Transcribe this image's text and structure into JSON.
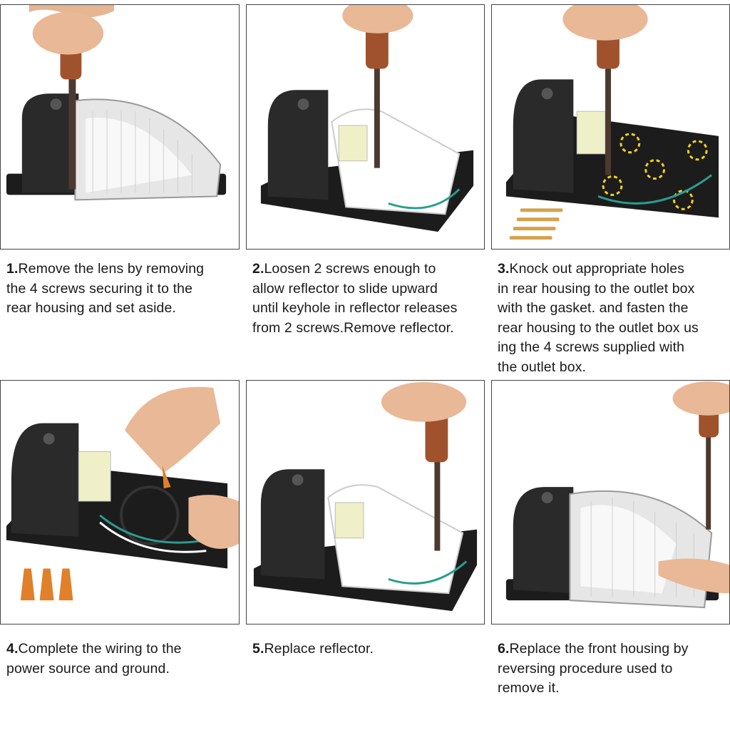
{
  "steps": [
    {
      "number": "1.",
      "lines": [
        "Remove the lens by removing",
        "the 4 screws securing it to the",
        "rear housing and set aside."
      ]
    },
    {
      "number": "2.",
      "lines": [
        "Loosen 2 screws enough to",
        "allow reflector to slide upward",
        "until keyhole in reflector releases",
        "from 2 screws.Remove reflector."
      ]
    },
    {
      "number": "3.",
      "lines": [
        "Knock out appropriate holes",
        "in rear housing to the outlet box",
        "with the gasket. and fasten the",
        "rear housing to the outlet box us",
        "ing the 4 screws supplied with",
        "the outlet box."
      ]
    },
    {
      "number": "4.",
      "lines": [
        "Complete the wiring to the",
        "power source and ground."
      ]
    },
    {
      "number": "5.",
      "lines": [
        "Replace reflector."
      ]
    },
    {
      "number": "6.",
      "lines": [
        "Replace the front housing by",
        "reversing procedure used to",
        "remove it."
      ]
    }
  ]
}
